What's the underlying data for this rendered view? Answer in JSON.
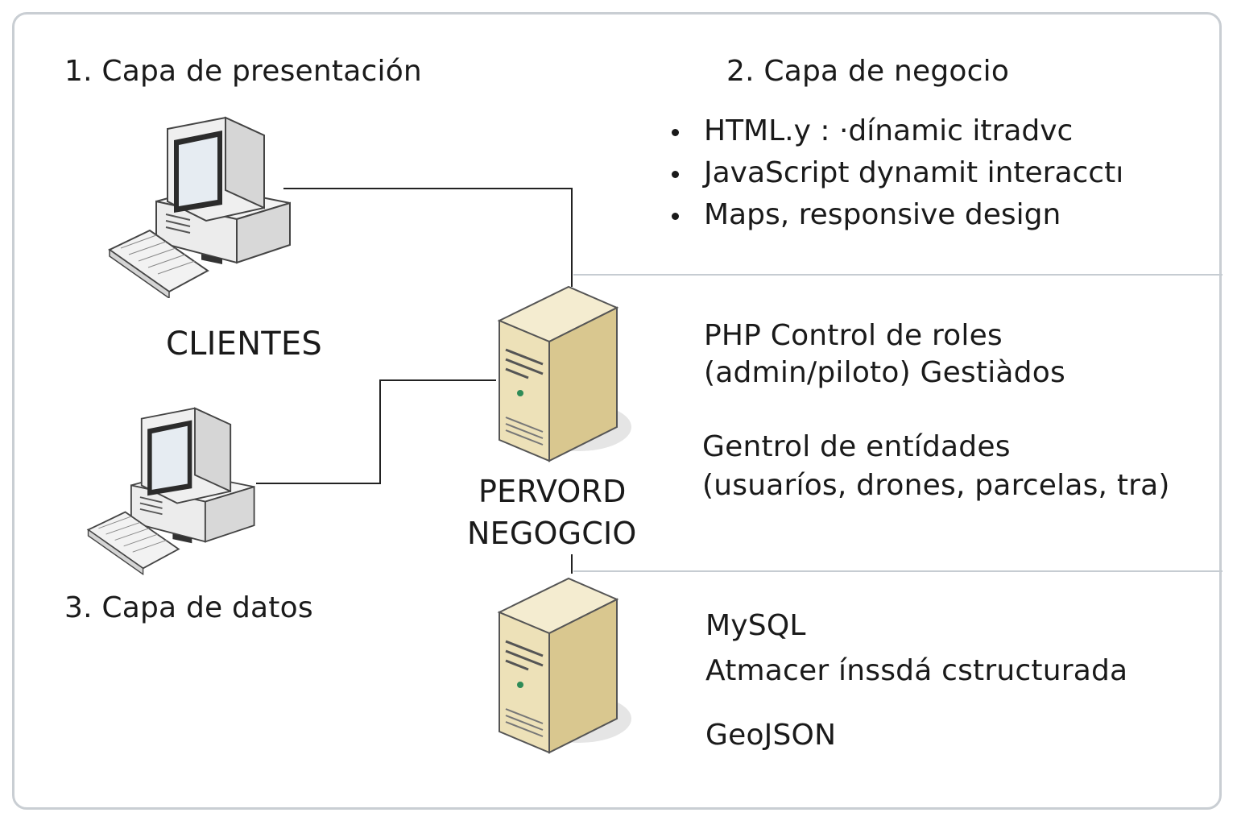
{
  "diagram": {
    "layer1_title": "1. Capa de presentación",
    "layer2_title": "2. Capa de negocio",
    "layer3_title": "3. Capa de datos",
    "clients_label": "CLIENTES",
    "server_label_line1": "PERVORD",
    "server_label_line2": "NEGOGCIO",
    "presentation_items": [
      "HTML.y : ·dínamic itradvc",
      "JavaScript  dynamit interacctı",
      "Maps, responsive design"
    ],
    "business_text": {
      "line1": "PHP Control de roles",
      "line2": "(admin/piloto)  Gestiàdos",
      "line3": "Gentrol de entídades",
      "line4": "(usuaríos, drones, parcelas, tra)"
    },
    "data_text": {
      "line1": "MySQL",
      "line2": "Atmacer ínssdá cstructurada",
      "line3": "GeoJSON"
    }
  },
  "colors": {
    "frame": "#c9ced3",
    "connector": "#222222",
    "server_body": "#e9dcae",
    "monitor_screen": "#e6ecf2"
  },
  "icons": [
    "computer-icon",
    "keyboard-icon",
    "server-icon"
  ]
}
